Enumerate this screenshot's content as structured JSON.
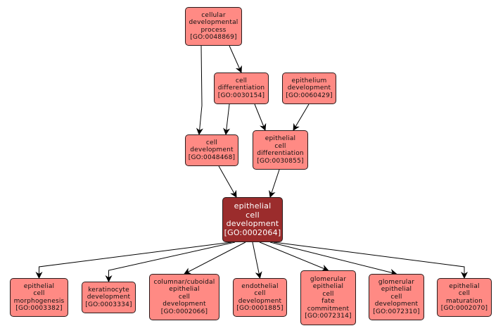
{
  "colors": {
    "node_fill": "#ff8a84",
    "focus_fill": "#9b2c2c",
    "edge": "#000000"
  },
  "nodes": {
    "n0048869": {
      "lines": [
        "cellular",
        "developmental",
        "process",
        "[GO:0048869]"
      ]
    },
    "n0030154": {
      "lines": [
        "cell",
        "differentiation",
        "[GO:0030154]"
      ]
    },
    "n0060429": {
      "lines": [
        "epithelium",
        "development",
        "[GO:0060429]"
      ]
    },
    "n0048468": {
      "lines": [
        "cell",
        "development",
        "[GO:0048468]"
      ]
    },
    "n0030855": {
      "lines": [
        "epithelial",
        "cell",
        "differentiation",
        "[GO:0030855]"
      ]
    },
    "n0002064": {
      "lines": [
        "epithelial",
        "cell",
        "development",
        "[GO:0002064]"
      ]
    },
    "n0003382": {
      "lines": [
        "epithelial",
        "cell",
        "morphogenesis",
        "[GO:0003382]"
      ]
    },
    "n0003334": {
      "lines": [
        "keratinocyte",
        "development",
        "[GO:0003334]"
      ]
    },
    "n0002066": {
      "lines": [
        "columnar/cuboidal",
        "epithelial",
        "cell",
        "development",
        "[GO:0002066]"
      ]
    },
    "n0001885": {
      "lines": [
        "endothelial",
        "cell",
        "development",
        "[GO:0001885]"
      ]
    },
    "n0072314": {
      "lines": [
        "glomerular",
        "epithelial",
        "cell",
        "fate",
        "commitment",
        "[GO:0072314]"
      ]
    },
    "n0072310": {
      "lines": [
        "glomerular",
        "epithelial",
        "cell",
        "development",
        "[GO:0072310]"
      ]
    },
    "n0002070": {
      "lines": [
        "epithelial",
        "cell",
        "maturation",
        "[GO:0002070]"
      ]
    }
  },
  "edges": [
    [
      "n0048869",
      "n0030154"
    ],
    [
      "n0048869",
      "n0048468"
    ],
    [
      "n0030154",
      "n0048468"
    ],
    [
      "n0030154",
      "n0030855"
    ],
    [
      "n0060429",
      "n0030855"
    ],
    [
      "n0048468",
      "n0002064"
    ],
    [
      "n0030855",
      "n0002064"
    ],
    [
      "n0002064",
      "n0003382"
    ],
    [
      "n0002064",
      "n0003334"
    ],
    [
      "n0002064",
      "n0002066"
    ],
    [
      "n0002064",
      "n0001885"
    ],
    [
      "n0002064",
      "n0072314"
    ],
    [
      "n0002064",
      "n0072310"
    ],
    [
      "n0002064",
      "n0002070"
    ]
  ]
}
